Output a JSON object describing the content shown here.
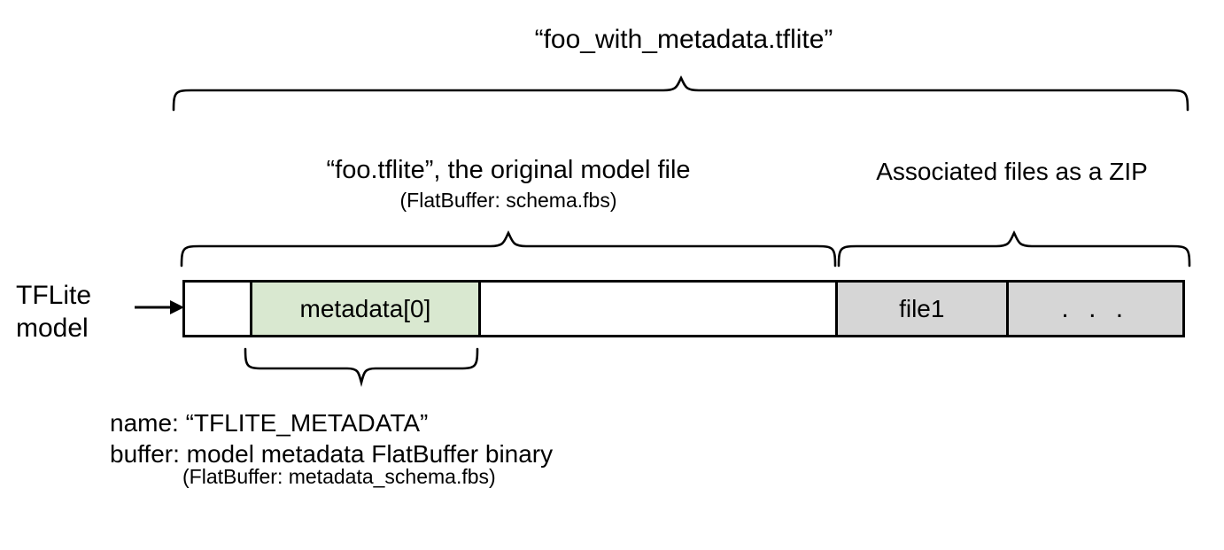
{
  "diagram": {
    "title": "“foo_with_metadata.tflite”",
    "left_caption": "TFLite\nmodel",
    "sections": {
      "model_file": {
        "label": "“foo.tflite”, the original model file",
        "sublabel": "(FlatBuffer: schema.fbs)"
      },
      "zip": {
        "label": "Associated files as a ZIP"
      }
    },
    "bar_segments": [
      {
        "name": "blank-head",
        "label": "",
        "fill": "#ffffff"
      },
      {
        "name": "metadata",
        "label": "metadata[0]",
        "fill": "#d9e8d0"
      },
      {
        "name": "blank-body",
        "label": "",
        "fill": "#ffffff"
      },
      {
        "name": "file1",
        "label": "file1",
        "fill": "#d6d6d6"
      },
      {
        "name": "more-files",
        "label": ". . .",
        "fill": "#d6d6d6"
      }
    ],
    "metadata_note": {
      "line1": "name: “TFLITE_METADATA”",
      "line2": "buffer: model metadata FlatBuffer binary",
      "line3": "(FlatBuffer: metadata_schema.fbs)"
    },
    "colors": {
      "metadata_fill": "#d9e8d0",
      "zip_fill": "#d6d6d6",
      "stroke": "#000000",
      "background": "#ffffff"
    }
  }
}
